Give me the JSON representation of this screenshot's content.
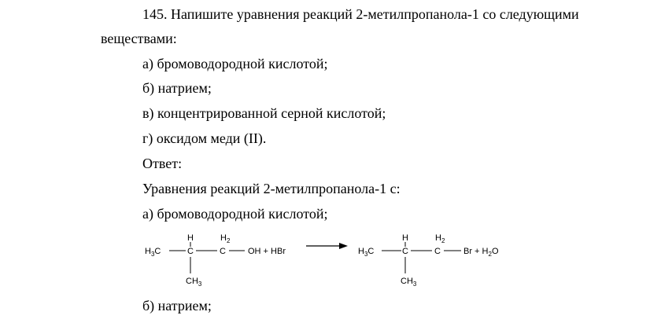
{
  "problem": {
    "title_line1": "145. Напишите уравнения реакций 2-метилпропанола-1 со следующими",
    "title_line2": "веществами:",
    "items": [
      "а) бромоводородной кислотой;",
      "б) натрием;",
      "в) концентрированной серной кислотой;",
      "г) оксидом меди (II)."
    ]
  },
  "answer": {
    "label": "Ответ:",
    "intro": "Уравнения реакций 2-метилпропанола-1 с:",
    "item_a": "а) бромоводородной кислотой;",
    "item_b": "б) натрием;"
  },
  "reaction": {
    "reactant_left_group": "H3C",
    "h_label": "H",
    "h2_label": "H",
    "h2_sub": "2",
    "carbon": "C",
    "reactant_end": "OH + HBr",
    "branch_ch": "CH",
    "branch_sub": "3",
    "product_left_group": "H3C",
    "product_end_br": "Br + H",
    "product_end_sub": "2",
    "product_end_o": "O"
  }
}
